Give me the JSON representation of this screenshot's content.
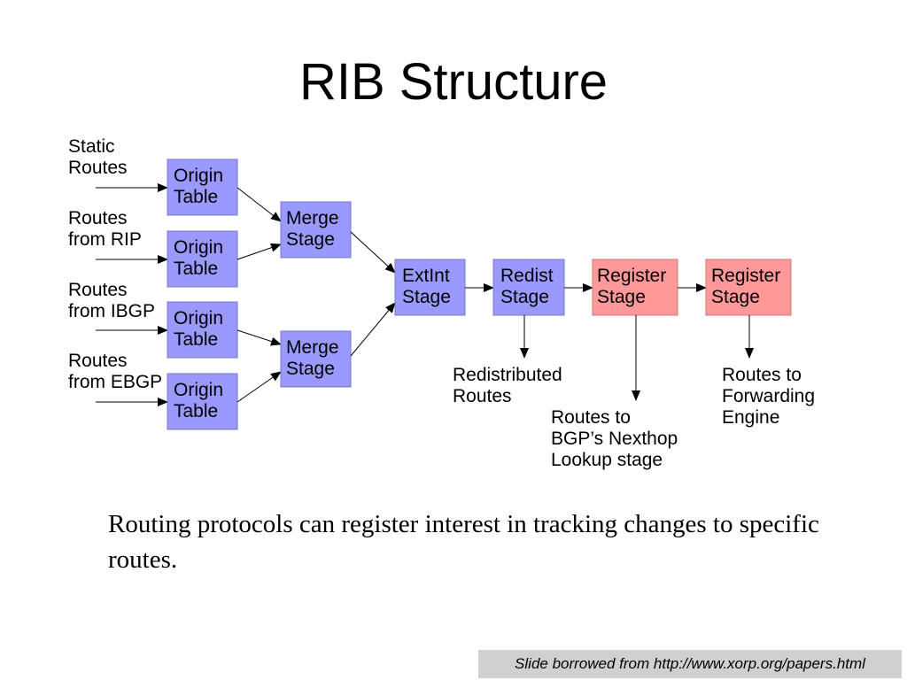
{
  "title": "RIB Structure",
  "colors": {
    "stage_blue": "#9999ff",
    "stage_red": "#ff9999",
    "box_border": "#7777cc",
    "arrow": "#000000",
    "credit_bg": "#d0d0d0"
  },
  "inputs": [
    {
      "line1": "Static",
      "line2": "Routes"
    },
    {
      "line1": "Routes",
      "line2": "from RIP"
    },
    {
      "line1": "Routes",
      "line2": "from IBGP"
    },
    {
      "line1": "Routes",
      "line2": "from EBGP"
    }
  ],
  "origin_tables": [
    {
      "line1": "Origin",
      "line2": "Table"
    },
    {
      "line1": "Origin",
      "line2": "Table"
    },
    {
      "line1": "Origin",
      "line2": "Table"
    },
    {
      "line1": "Origin",
      "line2": "Table"
    }
  ],
  "merge_stages": [
    {
      "line1": "Merge",
      "line2": "Stage"
    },
    {
      "line1": "Merge",
      "line2": "Stage"
    }
  ],
  "extint": {
    "line1": "ExtInt",
    "line2": "Stage"
  },
  "redist": {
    "line1": "Redist",
    "line2": "Stage"
  },
  "register_stages": [
    {
      "line1": "Register",
      "line2": "Stage"
    },
    {
      "line1": "Register",
      "line2": "Stage"
    }
  ],
  "outputs": {
    "redistributed": {
      "line1": "Redistributed",
      "line2": "Routes"
    },
    "bgp_nexthop": {
      "line1": "Routes to",
      "line2": "BGP’s Nexthop",
      "line3": "Lookup stage"
    },
    "forwarding": {
      "line1": "Routes to",
      "line2": "Forwarding",
      "line3": "Engine"
    }
  },
  "caption": "Routing protocols can register interest in tracking changes to specific routes.",
  "credit": "Slide borrowed from http://www.xorp.org/papers.html"
}
